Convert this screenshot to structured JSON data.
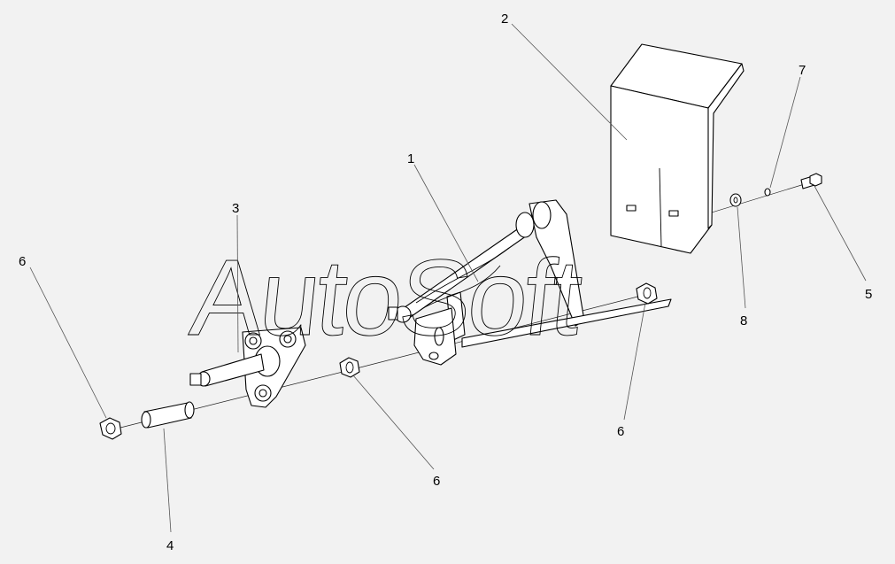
{
  "watermark": "AutoSoft",
  "callouts": [
    "1",
    "2",
    "3",
    "4",
    "5",
    "6",
    "6",
    "6",
    "7",
    "8"
  ]
}
